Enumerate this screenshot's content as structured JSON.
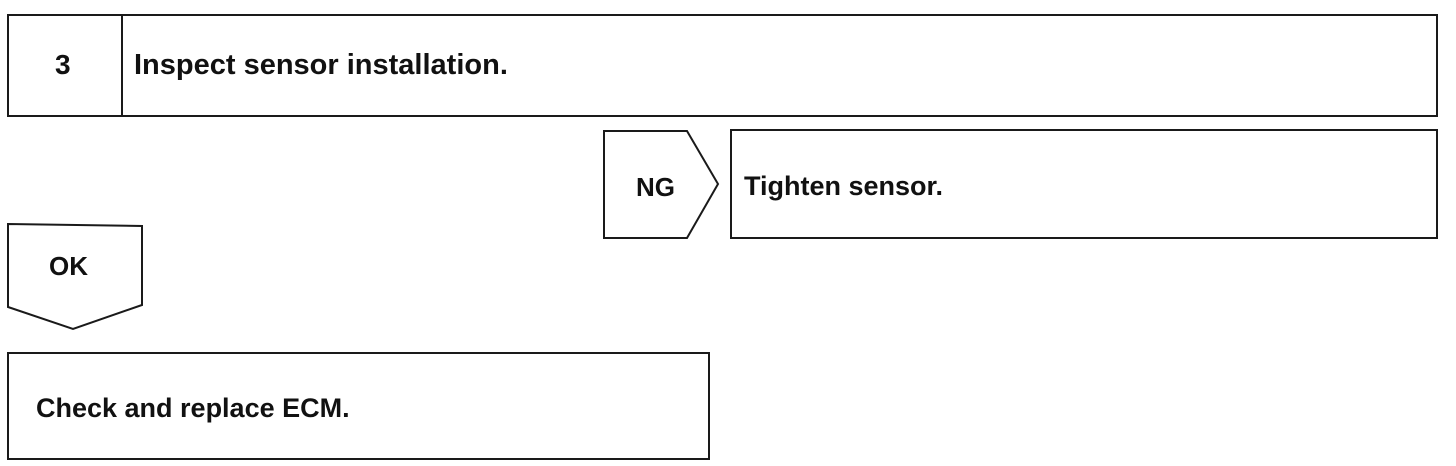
{
  "step": {
    "number": "3",
    "title": "Inspect sensor installation."
  },
  "ng_branch": {
    "label": "NG",
    "action": "Tighten sensor."
  },
  "ok_branch": {
    "label": "OK",
    "action": "Check and replace ECM."
  }
}
